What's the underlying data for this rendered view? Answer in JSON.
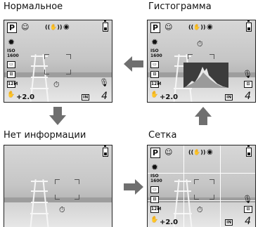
{
  "titles": {
    "normal": "Нормальное",
    "histogram": "Гистограмма",
    "no_info": "Нет информации",
    "grid": "Сетка"
  },
  "overlay": {
    "mode": "P",
    "iso": "ISO\n1600",
    "iso_top": "ISO",
    "iso_bottom": "1600",
    "image_size": "12M",
    "ev": "+2.0",
    "memory": "IN",
    "remaining": "4",
    "self_timer": "⏱"
  },
  "colors": {
    "arrow": "#6f6f6f",
    "grid_line": "#ffffff",
    "histogram_bg": "#3c3c3c"
  },
  "icons": [
    "program-mode-icon",
    "face-detect-icon",
    "stabilizer-icon",
    "white-balance-icon",
    "drive-mode-icon",
    "metering-icon",
    "image-size-icon",
    "battery-icon",
    "voice-record-icon",
    "self-timer-icon",
    "internal-memory-icon"
  ]
}
